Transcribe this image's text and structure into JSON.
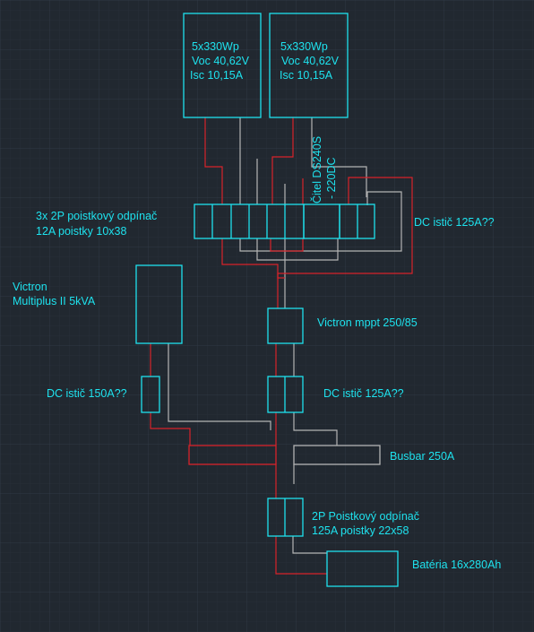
{
  "panel_left": {
    "line1": "5x330Wp",
    "line2": "Voc 40,62V",
    "line3": "Isc 10,15A"
  },
  "panel_right": {
    "line1": "5x330Wp",
    "line2": "Voc 40,62V",
    "line3": "Isc 10,15A"
  },
  "fuse_disconnector_label": {
    "line1": "3x 2P poistkový odpínač",
    "line2": "12A poistky 10x38"
  },
  "sensor_label": {
    "line1": "Čitel DS240S",
    "line2": "- 220DC"
  },
  "dc_breaker_top": "DC istič 125A??",
  "inverter_label": {
    "line1": "Victron",
    "line2": "Multiplus II 5kVA"
  },
  "mppt_label": "Victron mppt 250/85",
  "dc_breaker_150": "DC istič 150A??",
  "dc_breaker_125": "DC istič 125A??",
  "busbar_label": "Busbar 250A",
  "battery_fuse_label": {
    "line1": "2P Poistkový odpínač",
    "line2": "125A poistky 22x58"
  },
  "battery_label": "Batéria 16x280Ah",
  "colors": {
    "background": "#212830",
    "component": "#1ee2ee",
    "positive_wire": "#d8232a",
    "negative_wire": "#b4b4b4",
    "grid": "#2c343d"
  }
}
